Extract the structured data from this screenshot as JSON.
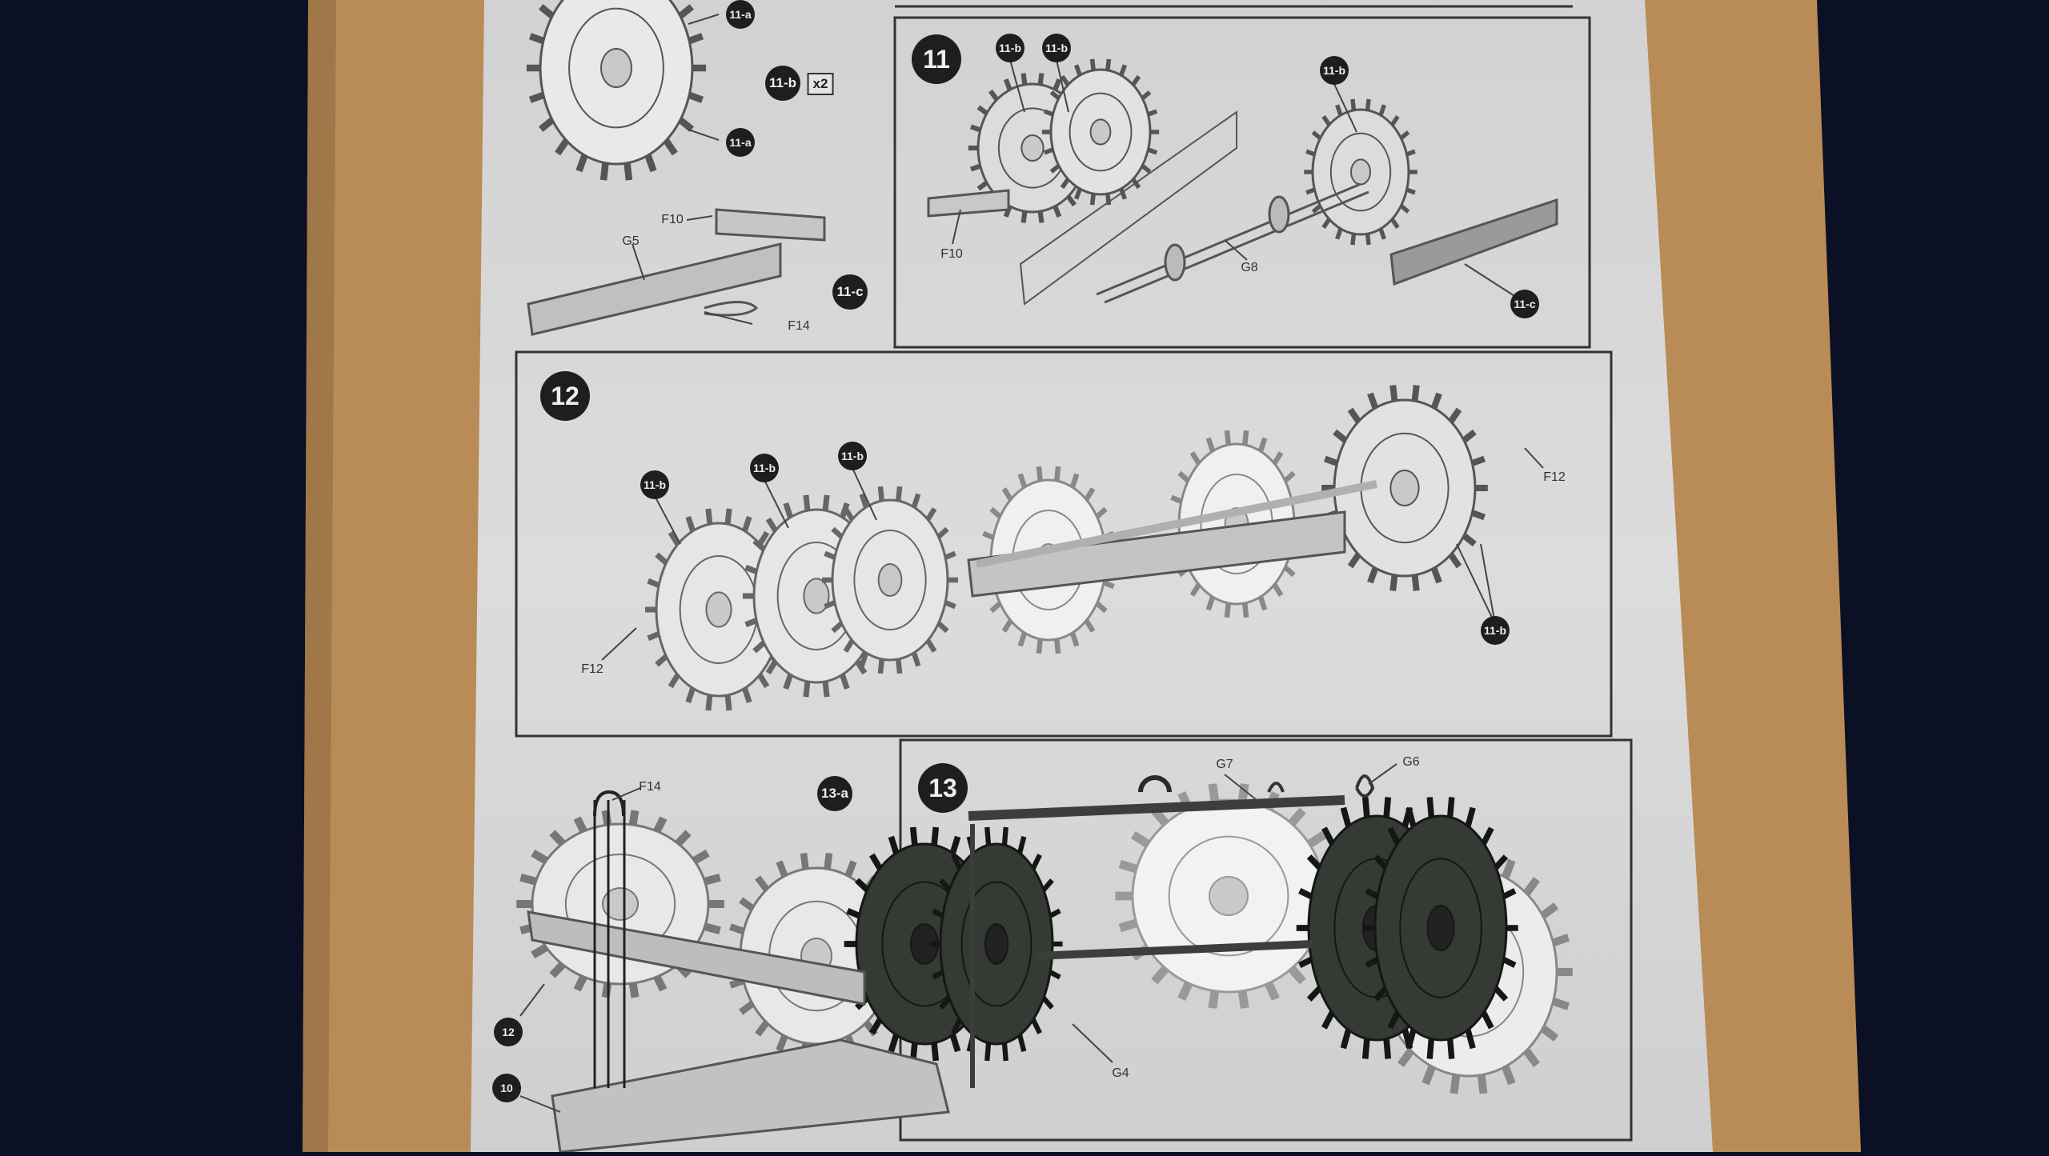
{
  "colors": {
    "background": "#0b1024",
    "cardboard": "#b98b56",
    "paper": "#d9d9d9",
    "ink": "#1e1e1e"
  },
  "steps": [
    "11",
    "12",
    "13"
  ],
  "sub_steps": [
    "11-b",
    "11-c",
    "13-a"
  ],
  "multiplier": "x2",
  "callouts": {
    "c11a_1": "11-a",
    "c11a_2": "11-a",
    "c11b_s11_1": "11-b",
    "c11b_s11_2": "11-b",
    "c11b_s11_3": "11-b",
    "c11c_s11": "11-c",
    "c11b_s12_1": "11-b",
    "c11b_s12_2": "11-b",
    "c11b_s12_3": "11-b",
    "c11b_s12_4": "11-b",
    "c12": "12",
    "c10": "10"
  },
  "part_labels": {
    "f10_a": "F10",
    "g5": "G5",
    "f14_a": "F14",
    "f10_b": "F10",
    "g8": "G8",
    "f12_a": "F12",
    "f12_b": "F12",
    "f14_b": "F14",
    "g7": "G7",
    "g6": "G6",
    "g4": "G4"
  }
}
